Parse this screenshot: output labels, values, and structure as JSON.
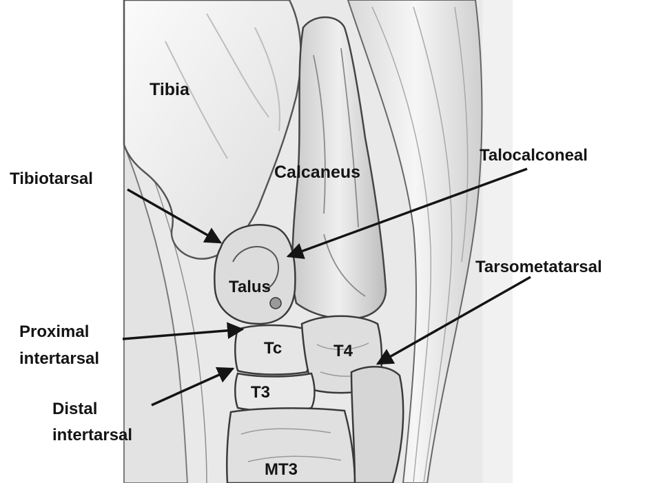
{
  "diagram": {
    "labels": {
      "tibia": "Tibia",
      "calcaneus": "Calcaneus",
      "talus": "Talus",
      "tc": "Tc",
      "t4": "T4",
      "t3": "T3",
      "mt3": "MT3",
      "tibiotarsal": "Tibiotarsal",
      "talocalcaneal": "Talocalconeal",
      "tarsometatarsal": "Tarsometatarsal",
      "proximal_line1": "Proximal",
      "proximal_line2": "intertarsal",
      "distal_line1": "Distal",
      "distal_line2": "intertarsal"
    },
    "colors": {
      "ink": "#141414",
      "bone_light": "#f2f2f2",
      "bone_mid": "#d2d2d2",
      "bone_dark": "#9a9a9a",
      "background": "#ffffff"
    }
  }
}
